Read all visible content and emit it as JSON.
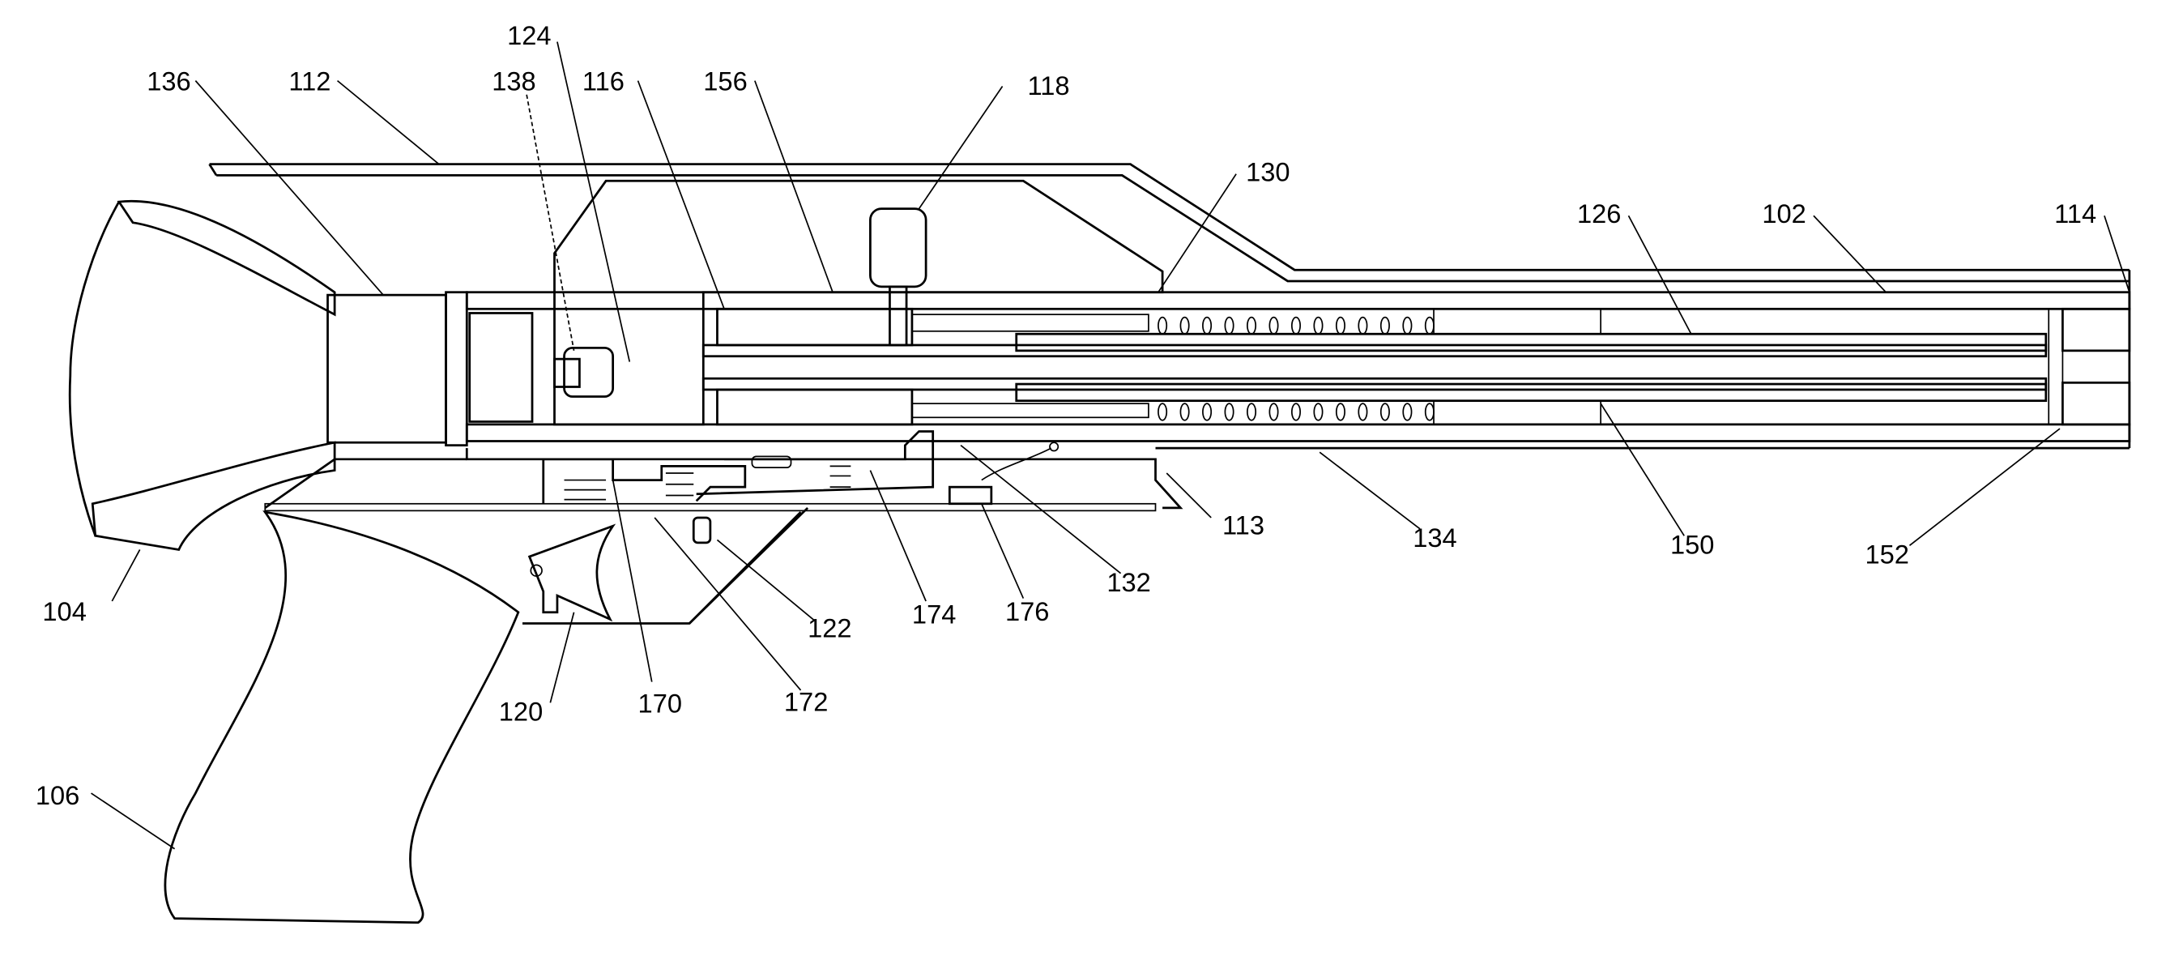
{
  "figure": {
    "labels": [
      "136",
      "112",
      "138",
      "124",
      "116",
      "156",
      "118",
      "130",
      "126",
      "102",
      "114",
      "104",
      "113",
      "134",
      "150",
      "152",
      "122",
      "174",
      "176",
      "132",
      "120",
      "170",
      "172",
      "106"
    ]
  }
}
